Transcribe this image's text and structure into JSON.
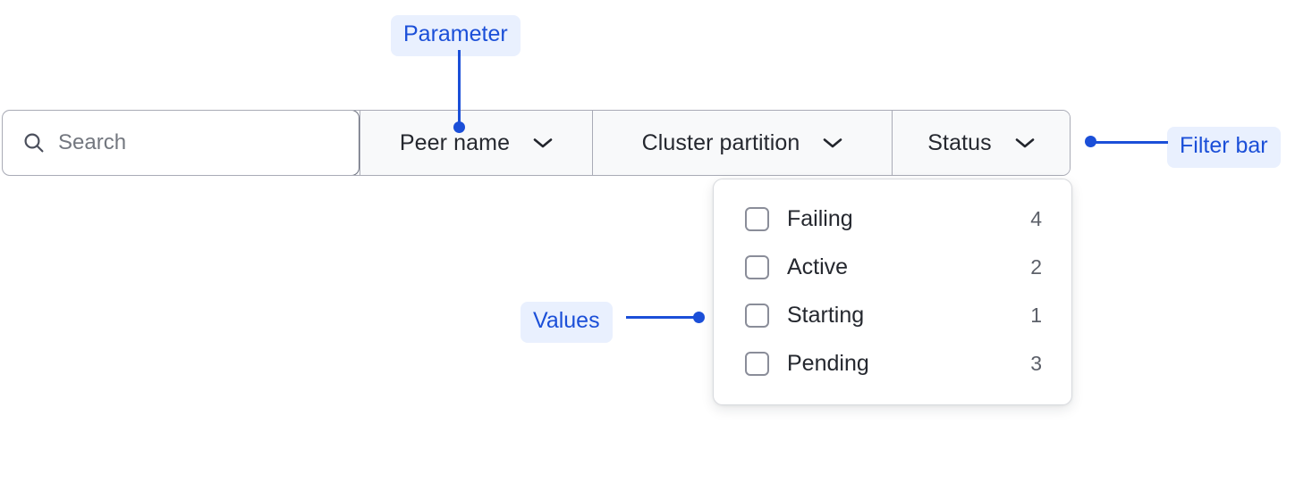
{
  "filter_bar": {
    "search": {
      "icon": "search-icon",
      "value": "",
      "placeholder": "Search"
    },
    "segments": [
      {
        "label": "Peer name",
        "icon": "chevron-down-icon"
      },
      {
        "label": "Cluster partition",
        "icon": "chevron-down-icon"
      },
      {
        "label": "Status",
        "icon": "chevron-down-icon"
      }
    ]
  },
  "dropdown": {
    "options": [
      {
        "label": "Failing",
        "count": "4",
        "checked": false
      },
      {
        "label": "Active",
        "count": "2",
        "checked": false
      },
      {
        "label": "Starting",
        "count": "1",
        "checked": false
      },
      {
        "label": "Pending",
        "count": "3",
        "checked": false
      }
    ]
  },
  "annotations": [
    {
      "id": "parameter",
      "label": "Parameter"
    },
    {
      "id": "filter-bar",
      "label": "Filter bar"
    },
    {
      "id": "values",
      "label": "Values"
    }
  ],
  "colors": {
    "accent": "#1b4fd8",
    "accent_badge_bg": "#e9f0fe",
    "bar_border": "#a9abb6",
    "bar_fill": "#f8f9fa",
    "search_border": "#6b6f7d",
    "text": "#25282f",
    "muted_text": "#5c6069",
    "placeholder": "#73777f",
    "panel_border": "#d8dade",
    "checkbox_border": "#8a8d99"
  }
}
